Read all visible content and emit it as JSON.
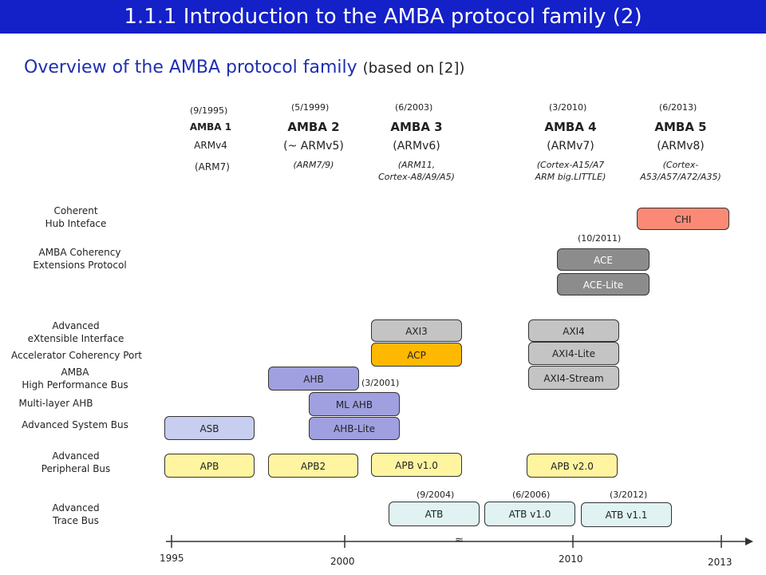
{
  "header": {
    "title": "1.1.1 Introduction to the AMBA protocol family (2)",
    "subtitle": "Overview of the AMBA protocol family",
    "subtitle_note": "(based on [2])"
  },
  "generations": [
    {
      "date": "(9/1995)",
      "name": "AMBA 1",
      "arch": "ARMv4",
      "cpu": "(ARM7)"
    },
    {
      "date": "(5/1999)",
      "name": "AMBA 2",
      "arch": "(~ ARMv5)",
      "cpu": "(ARM7/9)"
    },
    {
      "date": "(6/2003)",
      "name": "AMBA 3",
      "arch": "(ARMv6)",
      "cpu": "(ARM11,\nCortex-A8/A9/A5)"
    },
    {
      "date": "(3/2010)",
      "name": "AMBA 4",
      "arch": "(ARMv7)",
      "cpu": "(Cortex-A15/A7\nARM big.LITTLE)"
    },
    {
      "date": "(6/2013)",
      "name": "AMBA 5",
      "arch": "(ARMv8)",
      "cpu": "(Cortex-\nA53/A57/A72/A35)"
    }
  ],
  "rows": {
    "chi": "Coherent\nHub Inteface",
    "ace": "AMBA Coherency\nExtensions Protocol",
    "axi": "Advanced\neXtensible Interface",
    "acp": "Accelerator Coherency Port",
    "ahb": "AMBA\nHigh Performance Bus",
    "mlahb": "Multi-layer AHB",
    "asb": "Advanced System Bus",
    "apb": "Advanced\nPeripheral Bus",
    "atb": "Advanced\nTrace Bus"
  },
  "protocols": {
    "chi": "CHI",
    "ace": "ACE",
    "ace_lite": "ACE-Lite",
    "axi3": "AXI3",
    "acp": "ACP",
    "axi4": "AXI4",
    "axi4_lite": "AXI4-Lite",
    "axi4_stream": "AXI4-Stream",
    "ahb": "AHB",
    "ml_ahb": "ML AHB",
    "ahb_lite": "AHB-Lite",
    "asb": "ASB",
    "apb": "APB",
    "apb2": "APB2",
    "apb_v1": "APB v1.0",
    "apb_v2": "APB v2.0",
    "atb": "ATB",
    "atb_v1": "ATB v1.0",
    "atb_v11": "ATB v1.1"
  },
  "dates": {
    "ace": "(10/2011)",
    "ahb_lite": "(3/2001)",
    "atb": "(9/2004)",
    "atb_v1": "(6/2006)",
    "atb_v11": "(3/2012)"
  },
  "timeline": {
    "years": [
      "1995",
      "2000",
      "2010",
      "2013"
    ],
    "break_mark": "≈"
  },
  "colors": {
    "title_bg": "#1420c8",
    "chi": "#fa8a76",
    "ace": "#8c8c8c",
    "axi": "#c4c4c4",
    "acp": "#ffb800",
    "ahb": "#a0a0e0",
    "asb": "#c8cef0",
    "apb": "#fff5a0",
    "atb": "#e0f2f2"
  }
}
